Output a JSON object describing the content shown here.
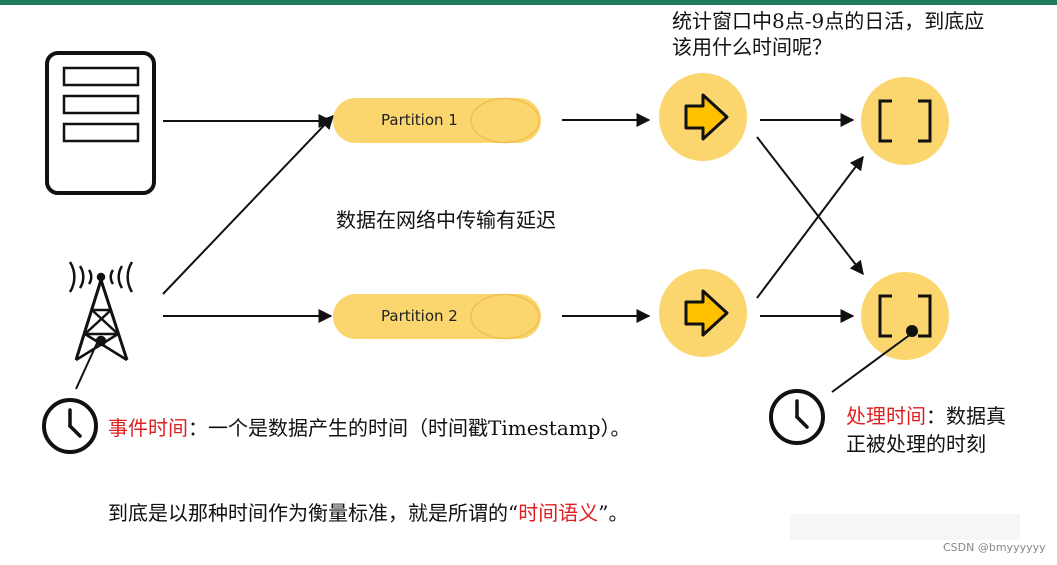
{
  "question": {
    "line1": "统计窗口中8点-9点的日活，到底应",
    "line2": "该用什么时间呢？"
  },
  "partitions": [
    "Partition 1",
    "Partition 2"
  ],
  "network_delay": "数据在网络中传输有延迟",
  "event_time": {
    "term": "事件时间",
    "desc": "：一个是数据产生的时间（时间戳Timestamp）。"
  },
  "processing_time": {
    "term": "处理时间",
    "desc_line1": "：数据真",
    "desc_line2": "正被处理的时刻"
  },
  "semantics": {
    "prefix": "到底是以那种时间作为衡量标准，就是所谓的“",
    "term": "时间语义",
    "suffix": "”。"
  },
  "watermark": "CSDN @bmyyyyyy",
  "colors": {
    "accent_bar": "#1f7a5a",
    "partition_fill": "#fbd56e",
    "circle_fill": "#fbd56e",
    "arrow_fill": "#ffc000",
    "highlight_text": "#e02020"
  }
}
